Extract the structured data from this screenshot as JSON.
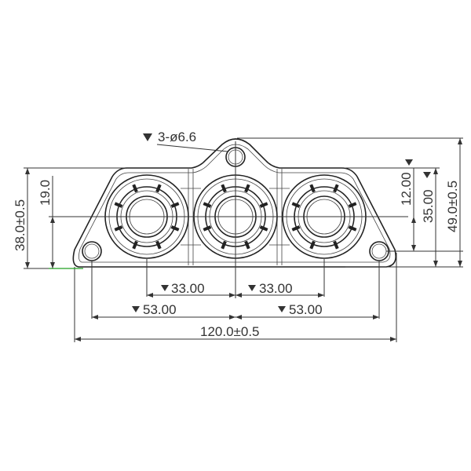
{
  "dimensions": {
    "hole_callout": "3-ø6.6",
    "d_33_left": "33.00",
    "d_33_right": "33.00",
    "d_53_left": "53.00",
    "d_53_right": "53.00",
    "overall_width": "120.0±0.5",
    "height_38": "38.0±0.5",
    "height_19": "19.0",
    "height_12": "12.00",
    "height_35": "35.00",
    "height_49": "49.0±0.5"
  },
  "colors": {
    "line": "#333333",
    "extension_accent": "#22a022"
  }
}
